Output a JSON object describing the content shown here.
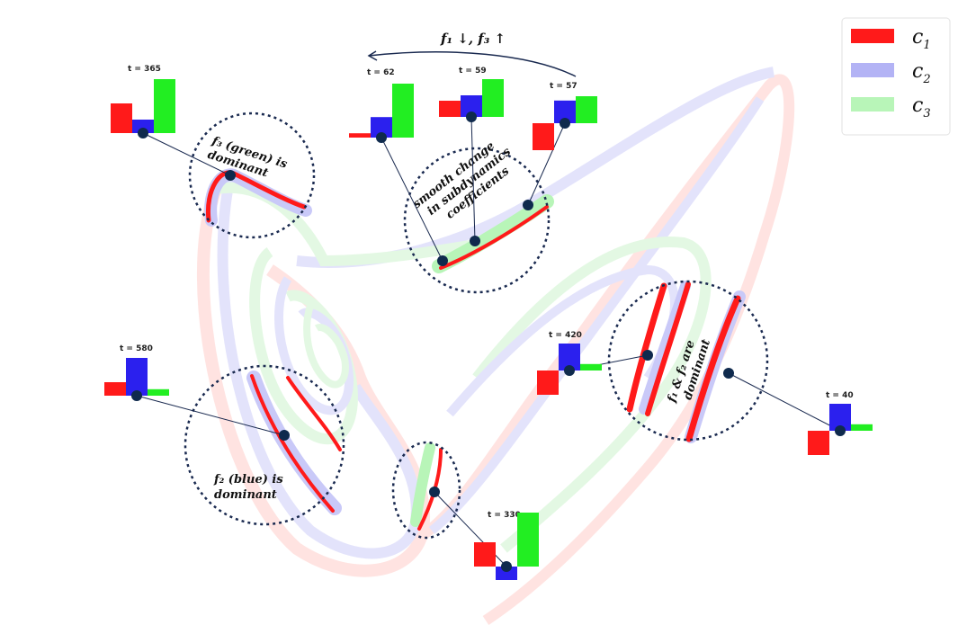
{
  "legend": {
    "items": [
      {
        "label": "c",
        "sub": "1",
        "color": "#ff1a1a"
      },
      {
        "label": "c",
        "sub": "2",
        "color": "#b3b3f5"
      },
      {
        "label": "c",
        "sub": "3",
        "color": "#b8f5b8"
      }
    ]
  },
  "top_arrow": {
    "text": "f₁ ↓, f₃ ↑"
  },
  "snapshots": [
    {
      "t": "t = 365",
      "f1": 0.55,
      "f2": 0.25,
      "f3": 1.0
    },
    {
      "t": "t = 62",
      "f1": 0.08,
      "f2": 0.38,
      "f3": 1.0
    },
    {
      "t": "t = 59",
      "f1": 0.3,
      "f2": 0.4,
      "f3": 0.7
    },
    {
      "t": "t = 57",
      "f1": -0.5,
      "f2": 0.42,
      "f3": 0.5
    },
    {
      "t": "t = 580",
      "f1": 0.25,
      "f2": 0.7,
      "f3": 0.12
    },
    {
      "t": "t = 420",
      "f1": -0.45,
      "f2": 0.5,
      "f3": 0.12
    },
    {
      "t": "t = 40",
      "f1": -0.45,
      "f2": 0.5,
      "f3": 0.12
    },
    {
      "t": "t = 330",
      "f1": 0.45,
      "f2": -0.25,
      "f3": 1.0
    }
  ],
  "annotations": {
    "green_dominant": [
      "f₃ (green) is",
      "dominant"
    ],
    "smooth_change": [
      "smooth change",
      "in subdynamics",
      "coefficients"
    ],
    "blue_dominant": [
      "f₂ (blue) is",
      "dominant"
    ],
    "f1f2_dominant": [
      "f₁ & f₂ are",
      "dominant"
    ]
  },
  "colors": {
    "f1": "#ff1a1a",
    "f2": "#2b20ee",
    "f3": "#22ee22",
    "dot": "#0f2a4d",
    "circle": "#1a2a50"
  }
}
